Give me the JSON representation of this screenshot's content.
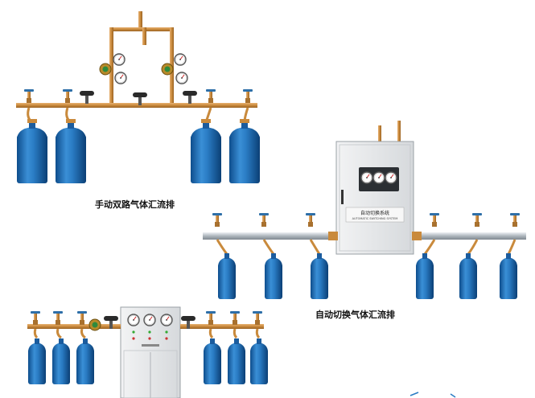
{
  "captions": {
    "manual_dual": "手动双路气体汇流排",
    "auto_switch": "自动切换气体汇流排"
  },
  "auto_panel": {
    "title": "自动切换系统",
    "subtitle": "AUTOMATIC SWITCHING SYSTEM"
  },
  "colors": {
    "cylinder_blue": "#1f6fb8",
    "pipe_copper": "#c98a3c",
    "cabinet_gray": "#e4e6e8",
    "manifold_silver": "#b9c1c8"
  },
  "icons": [
    "gas-cylinder-icon",
    "pressure-gauge-icon",
    "valve-handwheel-icon",
    "control-cabinet-icon"
  ]
}
